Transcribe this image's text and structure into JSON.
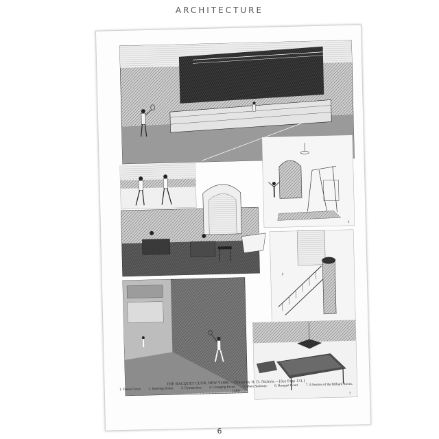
{
  "header": {
    "title": "ARCHITECTURE"
  },
  "plate": {
    "caption_title": "THE RACQUET CLUB, NEW YORK.—Drawn by H. D. Nichols.—[See Page 131.]",
    "legend": [
      "1. Tennis Court.",
      "2. Sparring Room.",
      "3. Gymnasium.",
      "4. Lounging Room.",
      "5. Main Stairway.",
      "6. Racquet Court.",
      "7. A Portion of the Billiard Room."
    ],
    "page_ref": "[140]",
    "panel_numbers": {
      "gym": "3",
      "stairway": "5",
      "billiard": "7"
    }
  },
  "footer": {
    "page_number": "6"
  }
}
